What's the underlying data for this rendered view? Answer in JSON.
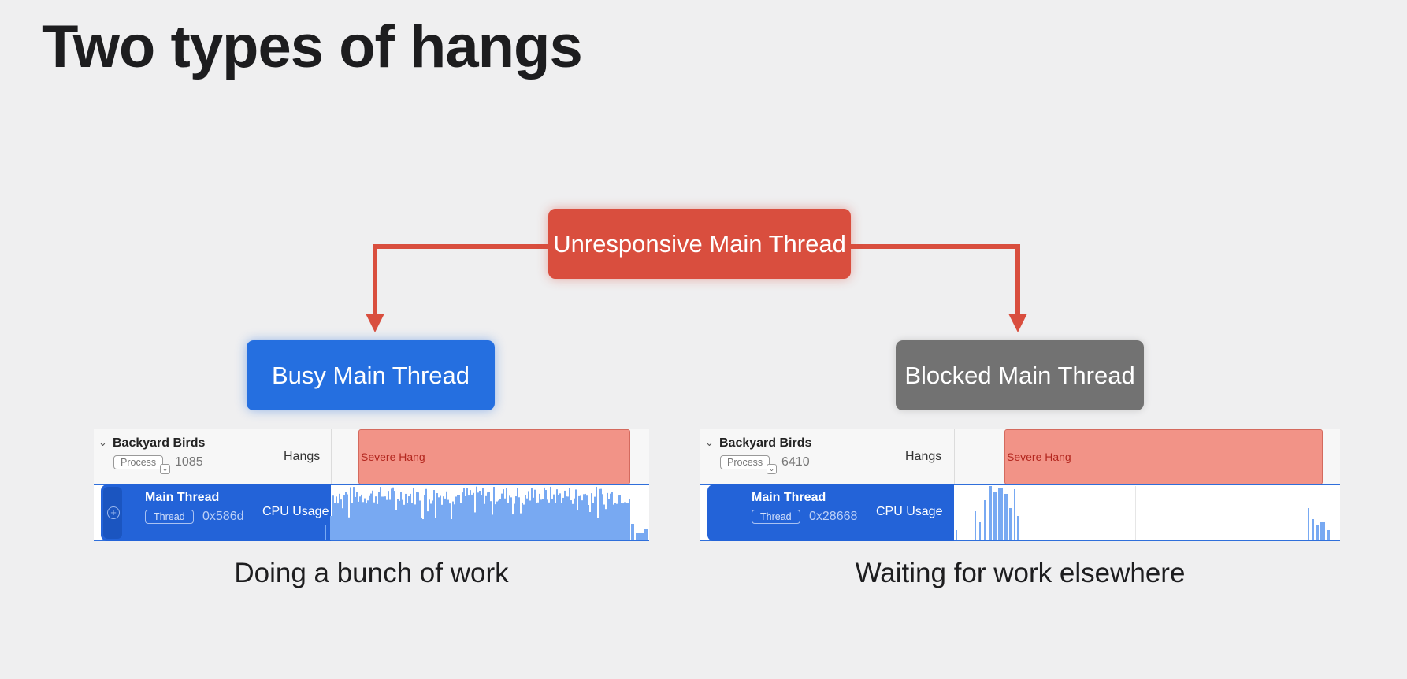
{
  "slide": {
    "title": "Two types of hangs"
  },
  "colors": {
    "root": "#d94e3e",
    "busy": "#256fe0",
    "blocked": "#727272",
    "hang_bar": "#f29387",
    "cpu": "#78a9f2",
    "thread_bg": "#2363d8"
  },
  "diagram": {
    "root_label": "Unresponsive Main Thread",
    "left_label": "Busy Main Thread",
    "right_label": "Blocked Main Thread"
  },
  "tracks": [
    {
      "process_name": "Backyard Birds",
      "process_badge": "Process",
      "process_id": "1085",
      "hangs_label": "Hangs",
      "hang_label": "Severe Hang",
      "thread_name": "Main Thread",
      "thread_badge": "Thread",
      "thread_id": "0x586d",
      "cpu_label": "CPU Usage",
      "caption": "Doing a bunch of work"
    },
    {
      "process_name": "Backyard Birds",
      "process_badge": "Process",
      "process_id": "6410",
      "hangs_label": "Hangs",
      "hang_label": "Severe Hang",
      "thread_name": "Main Thread",
      "thread_badge": "Thread",
      "thread_id": "0x28668",
      "cpu_label": "CPU Usage",
      "caption": "Waiting for work elsewhere"
    }
  ]
}
